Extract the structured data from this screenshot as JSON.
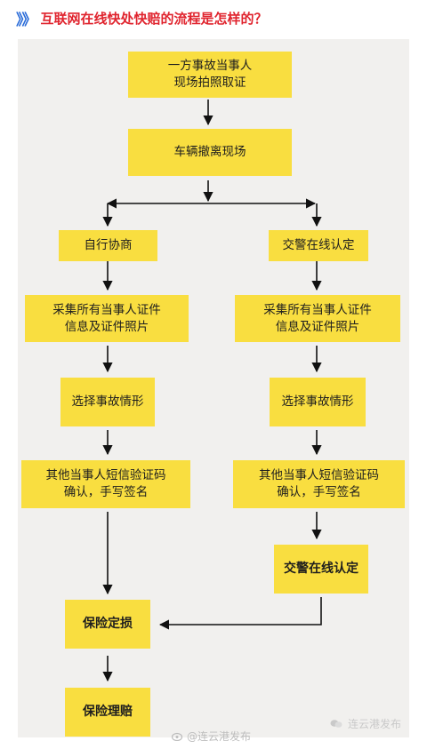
{
  "header": {
    "prefix": "》》",
    "title": "互联网在线快处快赔的流程是怎样的？"
  },
  "flow": {
    "start": "一方事故当事人\n现场拍照取证",
    "evacuate": "车辆撤离现场",
    "left": {
      "branch": "自行协商",
      "collect": "采集所有当事人证件\n信息及证件照片",
      "situation": "选择事故情形",
      "confirm": "其他当事人短信验证码\n确认，手写签名"
    },
    "right": {
      "branch": "交警在线认定",
      "collect": "采集所有当事人证件\n信息及证件照片",
      "situation": "选择事故情形",
      "confirm": "其他当事人短信验证码\n确认，手写签名",
      "police": "交警在线认定"
    },
    "assess": "保险定损",
    "claim": "保险理赔"
  },
  "watermarks": {
    "bottom": "@连云港发布",
    "right": "连云港发布"
  }
}
